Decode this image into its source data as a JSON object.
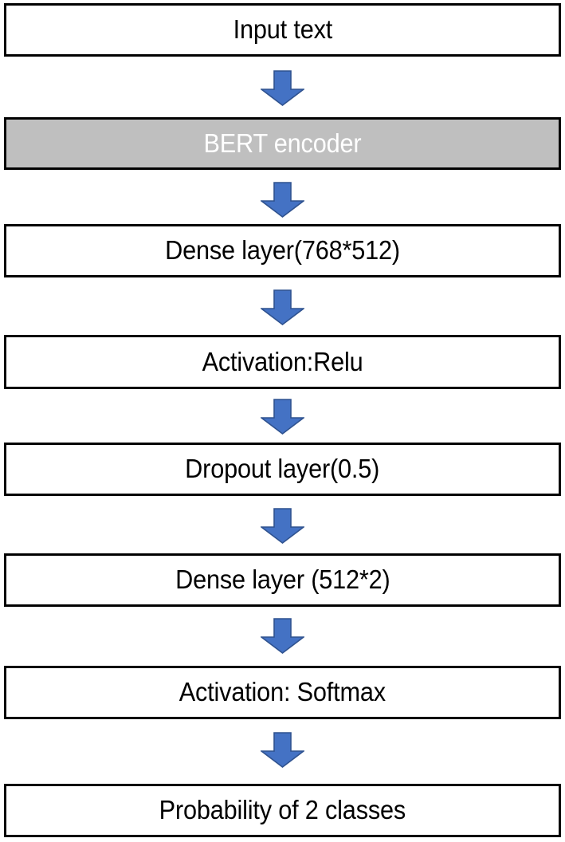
{
  "diagram": {
    "title": "BERT text classification model architecture",
    "type": "flowchart",
    "orientation": "top-to-bottom",
    "colors": {
      "box_border": "#000000",
      "box_fill": "#ffffff",
      "shaded_box_fill": "#bfbfbf",
      "shaded_box_text": "#ffffff",
      "text": "#000000",
      "arrow_fill": "#4472c4",
      "arrow_stroke": "#2f528f",
      "background": "#ffffff"
    },
    "nodes": [
      {
        "id": "input-text",
        "label": "Input text",
        "style": "plain"
      },
      {
        "id": "bert-encoder",
        "label": "BERT encoder",
        "style": "shaded"
      },
      {
        "id": "dense-768-512",
        "label": "Dense layer(768*512)",
        "style": "plain"
      },
      {
        "id": "activation-relu",
        "label": "Activation:Relu",
        "style": "plain"
      },
      {
        "id": "dropout-05",
        "label": "Dropout layer(0.5)",
        "style": "plain"
      },
      {
        "id": "dense-512-2",
        "label": "Dense layer (512*2)",
        "style": "plain"
      },
      {
        "id": "activation-softmax",
        "label": "Activation: Softmax",
        "style": "plain"
      },
      {
        "id": "probability-2",
        "label": "Probability of 2 classes",
        "style": "plain"
      }
    ],
    "arrows": [
      {
        "id": "arrow-1",
        "icon": "down-arrow-icon",
        "from": "input-text",
        "to": "bert-encoder"
      },
      {
        "id": "arrow-2",
        "icon": "down-arrow-icon",
        "from": "bert-encoder",
        "to": "dense-768-512"
      },
      {
        "id": "arrow-3",
        "icon": "down-arrow-icon",
        "from": "dense-768-512",
        "to": "activation-relu"
      },
      {
        "id": "arrow-4",
        "icon": "down-arrow-icon",
        "from": "activation-relu",
        "to": "dropout-05"
      },
      {
        "id": "arrow-5",
        "icon": "down-arrow-icon",
        "from": "dropout-05",
        "to": "dense-512-2"
      },
      {
        "id": "arrow-6",
        "icon": "down-arrow-icon",
        "from": "dense-512-2",
        "to": "activation-softmax"
      },
      {
        "id": "arrow-7",
        "icon": "down-arrow-icon",
        "from": "activation-softmax",
        "to": "probability-2"
      }
    ]
  }
}
